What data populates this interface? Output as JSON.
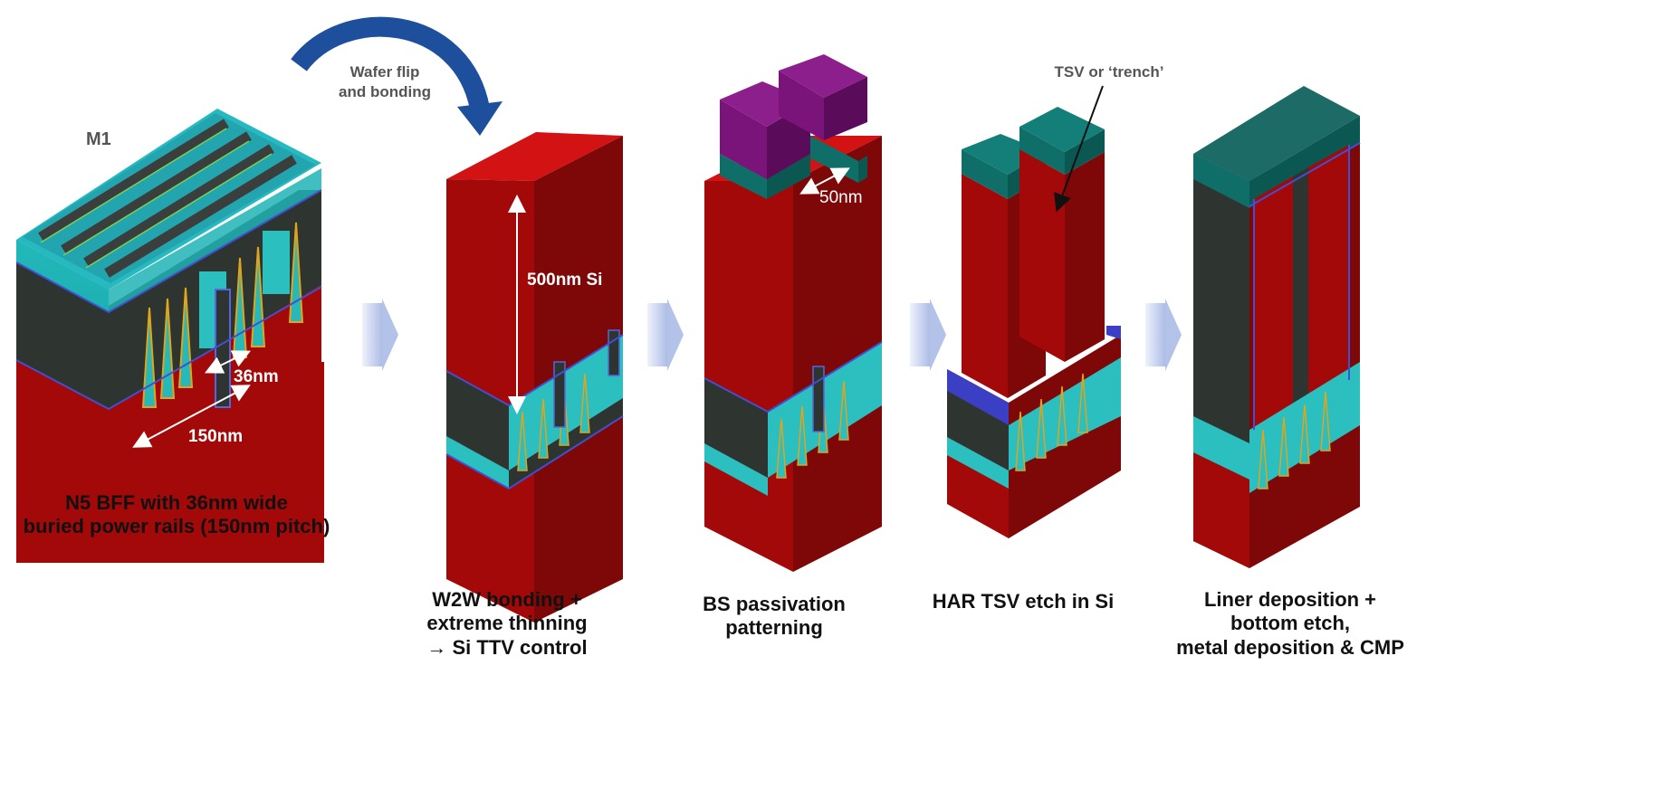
{
  "stages": [
    {
      "id": "n5-bff",
      "caption_lines": [
        "N5 BFF with 36nm wide",
        "buried power rails (150nm pitch)"
      ],
      "labels": {
        "m1": "M1",
        "dim_36": "36nm",
        "dim_150": "150nm"
      }
    },
    {
      "id": "w2w-bonding",
      "caption_lines": [
        "W2W bonding +",
        "extreme thinning",
        "→ Si TTV control"
      ],
      "labels": {
        "dim_500": "500nm Si"
      }
    },
    {
      "id": "bs-passivation",
      "caption_lines": [
        "BS passivation",
        "patterning"
      ],
      "labels": {
        "dim_50": "50nm"
      }
    },
    {
      "id": "har-tsv-etch",
      "caption_lines": [
        "HAR TSV etch in Si"
      ],
      "labels": {
        "tsv": "TSV or ‘trench’"
      }
    },
    {
      "id": "liner-metal",
      "caption_lines": [
        "Liner deposition +",
        "bottom etch,",
        "metal deposition & CMP"
      ],
      "labels": {}
    }
  ],
  "flip_annotation": {
    "line1": "Wafer flip",
    "line2": "and bonding"
  },
  "colors": {
    "silicon": "#a90b0b",
    "silicon_top": "#d81a1a",
    "silicon_side": "#7e0707",
    "oxide_dark": "#2e3430",
    "cyan": "#2ec4c4",
    "teal": "#117a73",
    "purple": "#7a137a",
    "blue_layer": "#3b3fc4",
    "arrow_blue": "#1e4f9c",
    "chevron": "#b7c5ea"
  }
}
